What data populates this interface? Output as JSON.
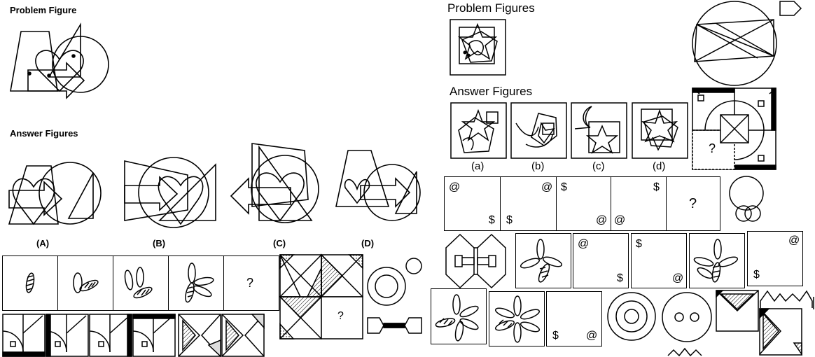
{
  "left_panel": {
    "problem_title": "Problem Figure",
    "answer_title": "Answer Figures",
    "answer_labels": [
      "(A)",
      "(B)",
      "(C)",
      "(D)"
    ]
  },
  "right_panel": {
    "problem_title": "Problem Figures",
    "answer_title": "Answer Figures",
    "answer_labels": [
      "(a)",
      "(b)",
      "(c)",
      "(d)"
    ]
  },
  "question_mark": "?",
  "symbols": {
    "at": "@",
    "dollar": "$"
  },
  "colors": {
    "ink": "#000000",
    "paper": "#ffffff"
  }
}
